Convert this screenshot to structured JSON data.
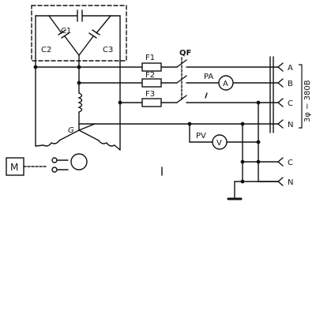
{
  "labels": {
    "c1": "C1",
    "c2": "C2",
    "c3": "C3",
    "f1": "F1",
    "f2": "F2",
    "f3": "F3",
    "qf": "QF",
    "pa": "PA",
    "ammeter": "A",
    "pv": "PV",
    "voltmeter": "V",
    "generator": "G",
    "motor": "M",
    "phase_a": "A",
    "phase_b": "B",
    "phase_c": "C",
    "phase_n": "N",
    "lower_c": "C",
    "lower_n": "N",
    "supply": "3φ ~ 380B"
  },
  "colors": {
    "line": "#111111",
    "dash": "#333333"
  }
}
